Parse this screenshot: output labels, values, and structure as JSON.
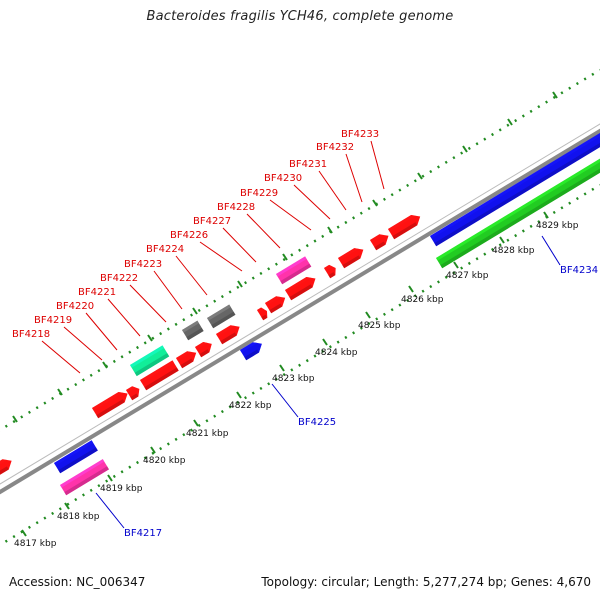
{
  "title": "Bacteroides fragilis YCH46, complete genome",
  "footer": {
    "accession": "Accession: NC_006347",
    "summary": "Topology: circular; Length: 5,277,274 bp; Genes: 4,670"
  },
  "colors": {
    "backbone": "#888888",
    "tick_dots": "#228B22",
    "label_top": "#dd0000",
    "label_bottom": "#0000cc",
    "gene_red": "#ff1111",
    "gene_blue": "#1111ee",
    "gene_green": "#22cc22",
    "gene_teal": "#11ee99",
    "gene_pink": "#ff33aa",
    "gene_gray": "#666666"
  },
  "ticks": [
    {
      "label": "4817 kbp"
    },
    {
      "label": "4818 kbp"
    },
    {
      "label": "4819 kbp"
    },
    {
      "label": "4820 kbp"
    },
    {
      "label": "4821 kbp"
    },
    {
      "label": "4822 kbp"
    },
    {
      "label": "4823 kbp"
    },
    {
      "label": "4824 kbp"
    },
    {
      "label": "4825 kbp"
    },
    {
      "label": "4826 kbp"
    },
    {
      "label": "4827 kbp"
    },
    {
      "label": "4828 kbp"
    },
    {
      "label": "4829 kbp"
    }
  ],
  "gene_labels_top": [
    "BF4218",
    "BF4219",
    "BF4220",
    "BF4221",
    "BF4222",
    "BF4223",
    "BF4224",
    "BF4226",
    "BF4227",
    "BF4228",
    "BF4229",
    "BF4230",
    "BF4231",
    "BF4232",
    "BF4233"
  ],
  "gene_labels_bottom": [
    "BF4217",
    "BF4225",
    "BF4234"
  ]
}
